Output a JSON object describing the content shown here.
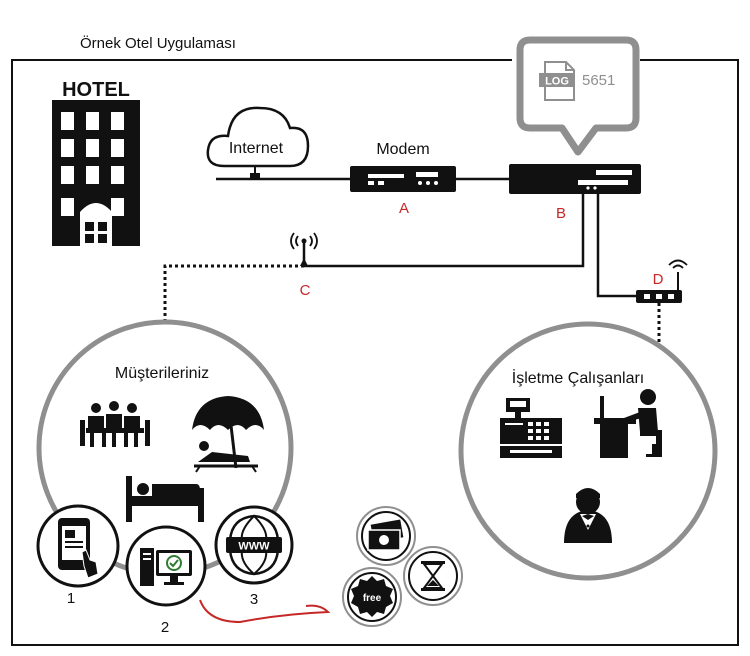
{
  "title": "Örnek Otel Uygulaması",
  "hotel": {
    "sign": "HOTEL"
  },
  "internet": {
    "label": "Internet"
  },
  "modem": {
    "label": "Modem",
    "marker": "A"
  },
  "logger": {
    "marker": "B",
    "file_icon_text": "LOG",
    "badge_number": "5651"
  },
  "access_point": {
    "marker": "C"
  },
  "switch_ap": {
    "marker": "D"
  },
  "customers": {
    "title": "Müşterileriniz",
    "options": [
      {
        "number": "1",
        "icon": "tablet-touch-icon"
      },
      {
        "number": "2",
        "icon": "computer-check-icon"
      },
      {
        "number": "3",
        "icon": "www-globe-icon",
        "icon_text": "WWW"
      }
    ]
  },
  "staff": {
    "title": "İşletme Çalışanları"
  },
  "badges": {
    "free_text": "free"
  },
  "colors": {
    "accent_red": "#c62828",
    "gray": "#8f8f8f",
    "dark": "#111111"
  }
}
